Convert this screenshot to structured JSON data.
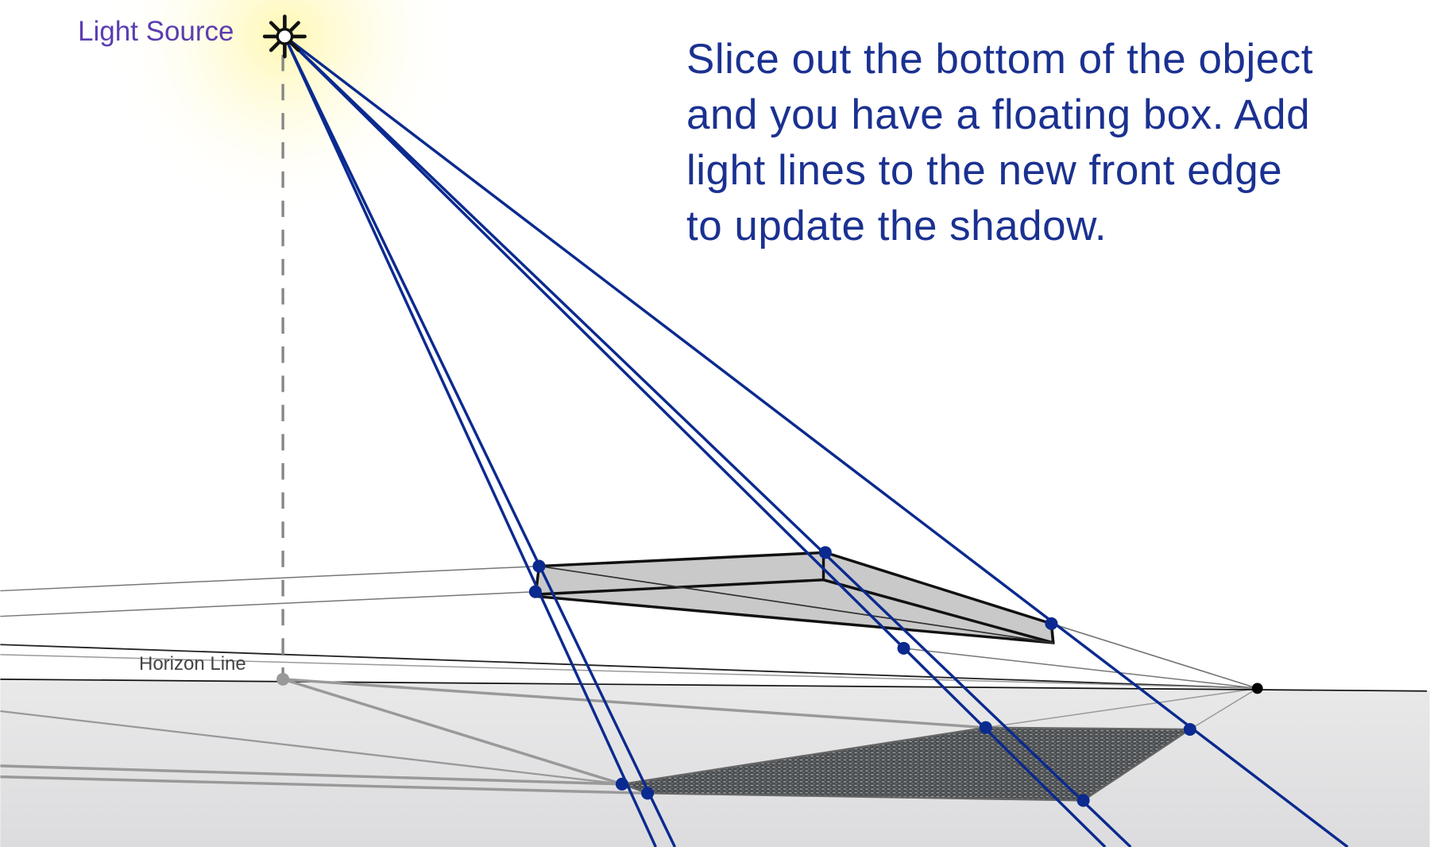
{
  "labels": {
    "light_source": "Light Source",
    "horizon_line": "Horizon Line"
  },
  "caption": {
    "lines": [
      "Slice out the bottom of the object",
      "and you have a floating box. Add",
      "light lines to the new front edge",
      "to update the shadow."
    ]
  },
  "colors": {
    "light_ray": "#0b2a8f",
    "caption_text": "#1b3191",
    "label_text": "#5b3db0"
  }
}
